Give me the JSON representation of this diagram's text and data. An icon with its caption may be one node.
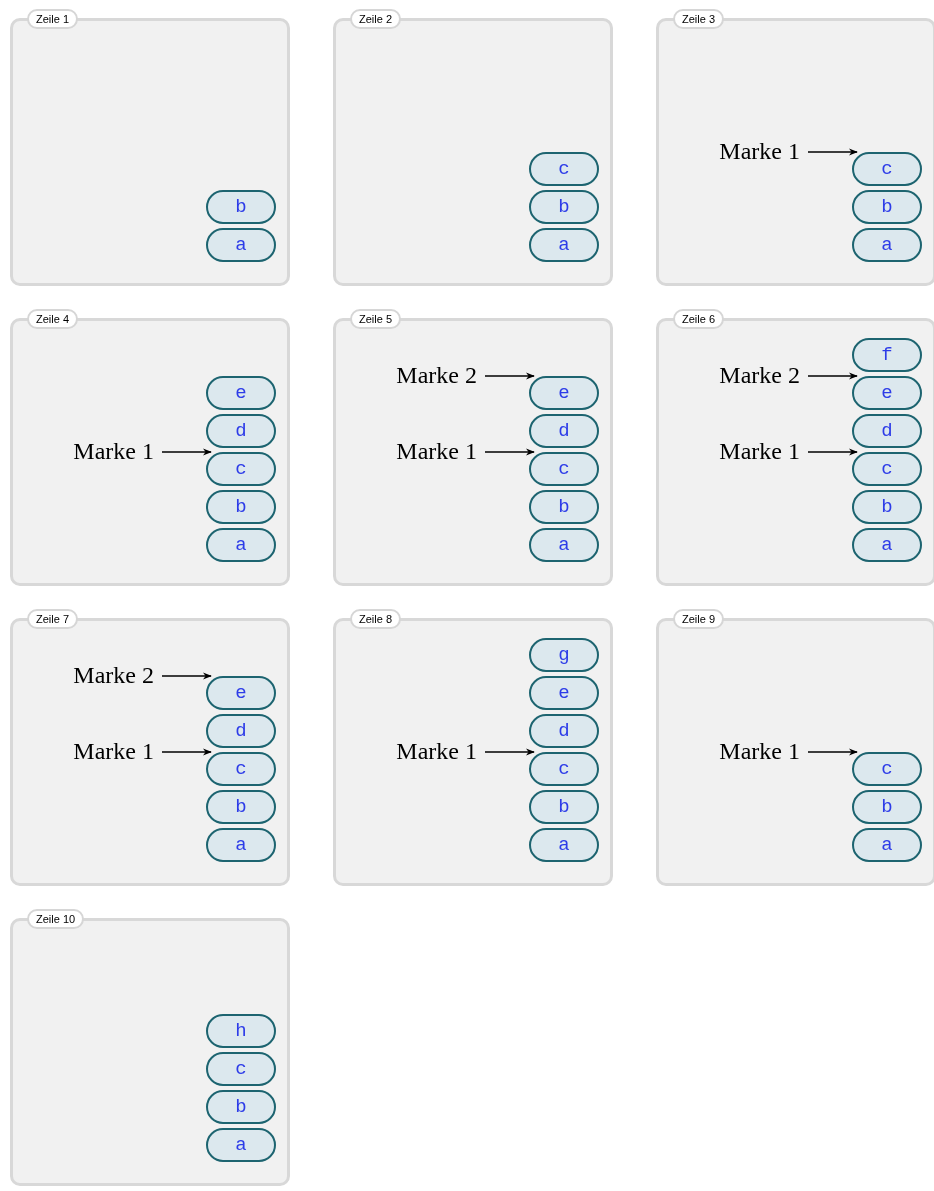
{
  "diagram": {
    "nodes": [
      {
        "text": [
          "Zeile 1"
        ]
      },
      {
        "text": [
          "b"
        ],
        "in": 0
      },
      {
        "text": [
          "a"
        ],
        "in": 0
      },
      {
        "text": [
          "Zeile 2"
        ]
      },
      {
        "text": [
          "c"
        ],
        "in": 3
      },
      {
        "text": [
          "b"
        ],
        "in": 3
      },
      {
        "text": [
          "a"
        ],
        "in": 3
      },
      {
        "text": [
          "Zeile 3"
        ]
      },
      {
        "text": [
          "Marke 1"
        ],
        "in": 7
      },
      {
        "text": [
          "c"
        ],
        "in": 7
      },
      {
        "text": [
          "b"
        ],
        "in": 7
      },
      {
        "text": [
          "a"
        ],
        "in": 7
      },
      {
        "text": [
          "Zeile 4"
        ]
      },
      {
        "text": [
          "e"
        ],
        "in": 12
      },
      {
        "text": [
          "d"
        ],
        "in": 12
      },
      {
        "text": [
          "Marke 1"
        ],
        "in": 12
      },
      {
        "text": [
          "c"
        ],
        "in": 12
      },
      {
        "text": [
          "b"
        ],
        "in": 12
      },
      {
        "text": [
          "a"
        ],
        "in": 12
      },
      {
        "text": [
          "Zeile 5"
        ]
      },
      {
        "text": [
          "Marke 2"
        ],
        "in": 19
      },
      {
        "text": [
          "e"
        ],
        "in": 19
      },
      {
        "text": [
          "d"
        ],
        "in": 19
      },
      {
        "text": [
          "Marke 1"
        ],
        "in": 19
      },
      {
        "text": [
          "c"
        ],
        "in": 19
      },
      {
        "text": [
          "b"
        ],
        "in": 19
      },
      {
        "text": [
          "a"
        ],
        "in": 19
      },
      {
        "text": [
          "Zeile 6"
        ]
      },
      {
        "text": [
          "f"
        ],
        "in": 27
      },
      {
        "text": [
          "Marke 2"
        ],
        "in": 27
      },
      {
        "text": [
          "e"
        ],
        "in": 27
      },
      {
        "text": [
          "d"
        ],
        "in": 27
      },
      {
        "text": [
          "Marke 1"
        ],
        "in": 27
      },
      {
        "text": [
          "c"
        ],
        "in": 27
      },
      {
        "text": [
          "b"
        ],
        "in": 27
      },
      {
        "text": [
          "a"
        ],
        "in": 27
      },
      {
        "text": [
          "Zeile 7"
        ]
      },
      {
        "text": [
          "Marke 2"
        ],
        "in": 36
      },
      {
        "text": [
          "e"
        ],
        "in": 36
      },
      {
        "text": [
          "d"
        ],
        "in": 36
      },
      {
        "text": [
          "Marke 1"
        ],
        "in": 36
      },
      {
        "text": [
          "c"
        ],
        "in": 36
      },
      {
        "text": [
          "b"
        ],
        "in": 36
      },
      {
        "text": [
          "a"
        ],
        "in": 36
      },
      {
        "text": [
          "Zeile 8"
        ]
      },
      {
        "text": [
          "g"
        ],
        "in": 44
      },
      {
        "text": [
          "e"
        ],
        "in": 44
      },
      {
        "text": [
          "d"
        ],
        "in": 44
      },
      {
        "text": [
          "Marke 1"
        ],
        "in": 44
      },
      {
        "text": [
          "c"
        ],
        "in": 44
      },
      {
        "text": [
          "b"
        ],
        "in": 44
      },
      {
        "text": [
          "a"
        ],
        "in": 44
      },
      {
        "text": [
          "Zeile 9"
        ]
      },
      {
        "text": [
          "Marke 1"
        ],
        "in": 52
      },
      {
        "text": [
          "c"
        ],
        "in": 52
      },
      {
        "text": [
          "b"
        ],
        "in": 52
      },
      {
        "text": [
          "a"
        ],
        "in": 52
      },
      {
        "text": [
          "Zeile 10"
        ]
      },
      {
        "text": [
          "h"
        ],
        "in": 57
      },
      {
        "text": [
          "c"
        ],
        "in": 57
      },
      {
        "text": [
          "b"
        ],
        "in": 57
      },
      {
        "text": [
          "a"
        ],
        "in": 57
      }
    ],
    "edges": [
      {
        "from": 8,
        "to": 9,
        "arrow": "to"
      },
      {
        "from": 15,
        "to": 16,
        "arrow": "to"
      },
      {
        "from": 20,
        "to": 21,
        "arrow": "to"
      },
      {
        "from": 23,
        "to": 24,
        "arrow": "to"
      },
      {
        "from": 29,
        "to": 30,
        "arrow": "to"
      },
      {
        "from": 32,
        "to": 33,
        "arrow": "to"
      },
      {
        "from": 37,
        "to": 38,
        "arrow": "to"
      },
      {
        "from": 40,
        "to": 41,
        "arrow": "to"
      },
      {
        "from": 48,
        "to": 49,
        "arrow": "to"
      },
      {
        "from": 53,
        "to": 54,
        "arrow": "to"
      }
    ]
  }
}
